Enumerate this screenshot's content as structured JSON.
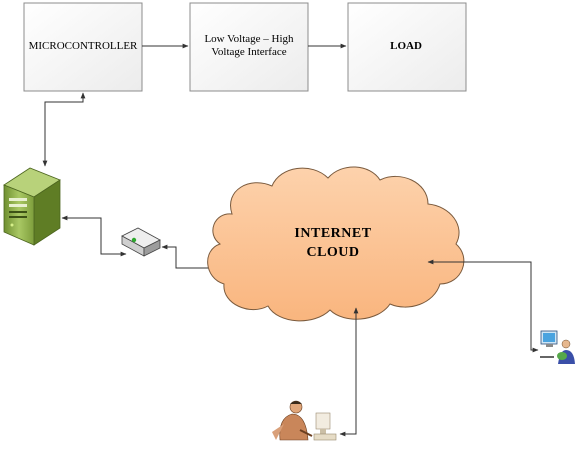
{
  "blocks": {
    "microcontroller": "MICROCONTROLLER",
    "interface_line1": "Low Voltage – High",
    "interface_line2": "Voltage Interface",
    "load": "LOAD"
  },
  "cloud": {
    "line1": "INTERNET",
    "line2": "CLOUD",
    "fill_color": "#FBC08F"
  },
  "icons": {
    "server": "server-tower-icon",
    "router": "network-router-icon",
    "remote_user": "user-at-computer-icon",
    "person": "person-at-desk-icon"
  },
  "colors": {
    "box_fill": "#f4f4f4",
    "box_stroke": "#8c8c8c",
    "connector": "#333333",
    "server_green": "#8fb04a"
  }
}
